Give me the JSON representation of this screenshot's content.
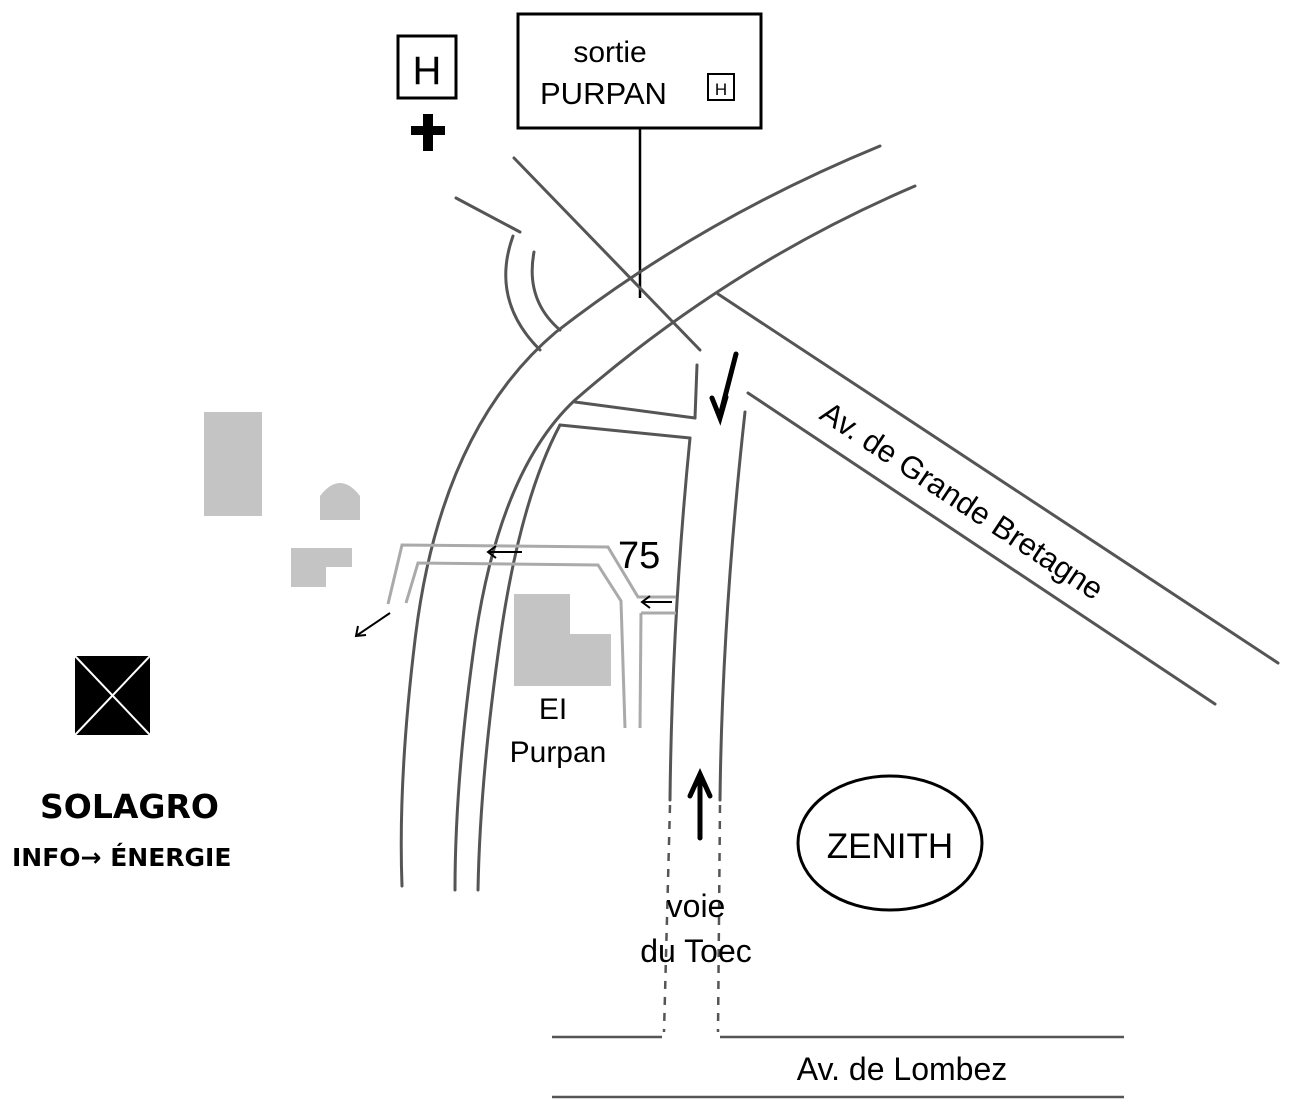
{
  "hospital_sign": {
    "letter": "H"
  },
  "exit_sign": {
    "line1": "sortie",
    "line2": "PURPAN",
    "badge": "H"
  },
  "roads": {
    "grande_bretagne": "Av. de Grande Bretagne",
    "lombez": "Av. de Lombez",
    "toec_line1": "voie",
    "toec_line2": "du Toec"
  },
  "route_number": "75",
  "buildings": {
    "ei_purpan_line1": "EI",
    "ei_purpan_line2": "Purpan"
  },
  "zenith": "ZENITH",
  "logo": {
    "name": "SOLAGRO",
    "subtitle": "INFO→ ÉNERGIE"
  },
  "colors": {
    "road": "#555555",
    "building": "#c4c4c4",
    "grey_path": "#aaaaaa"
  }
}
